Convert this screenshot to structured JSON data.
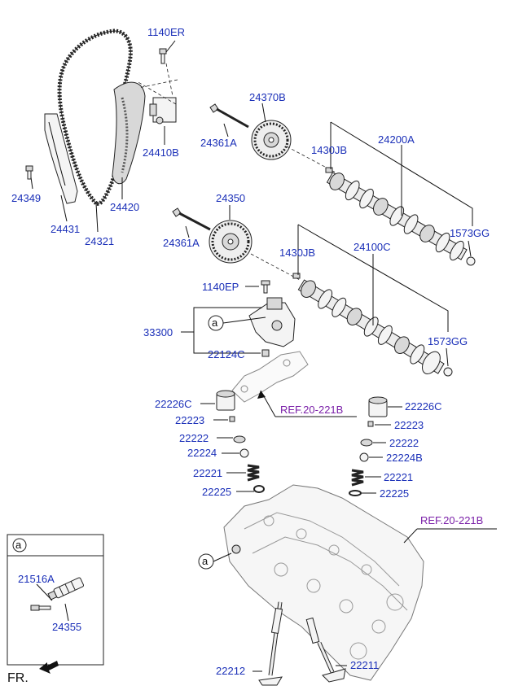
{
  "labels": {
    "p1140ER": "1140ER",
    "p24410B": "24410B",
    "p24349": "24349",
    "p24431": "24431",
    "p24321": "24321",
    "p24420": "24420",
    "p24370B": "24370B",
    "p24361A_1": "24361A",
    "p1430JB_1": "1430JB",
    "p24200A": "24200A",
    "p1573GG_1": "1573GG",
    "p24350": "24350",
    "p24361A_2": "24361A",
    "p1430JB_2": "1430JB",
    "p24100C": "24100C",
    "p1140EP": "1140EP",
    "p33300": "33300",
    "p22124C": "22124C",
    "p1573GG_2": "1573GG",
    "p22226C_1": "22226C",
    "p22226C_2": "22226C",
    "p22223_1": "22223",
    "p22223_2": "22223",
    "p22222_1": "22222",
    "p22222_2": "22222",
    "p22224": "22224",
    "p22224B": "22224B",
    "p22221_1": "22221",
    "p22221_2": "22221",
    "p22225_1": "22225",
    "p22225_2": "22225",
    "p22212": "22212",
    "p22211": "22211",
    "p21516A": "21516A",
    "p24355": "24355"
  },
  "references": {
    "ref_center": "REF.20-221B",
    "ref_right": "REF.20-221B"
  },
  "callouts": {
    "marker": "a",
    "inset_marker": "a"
  },
  "footer": {
    "direction": "FR."
  }
}
